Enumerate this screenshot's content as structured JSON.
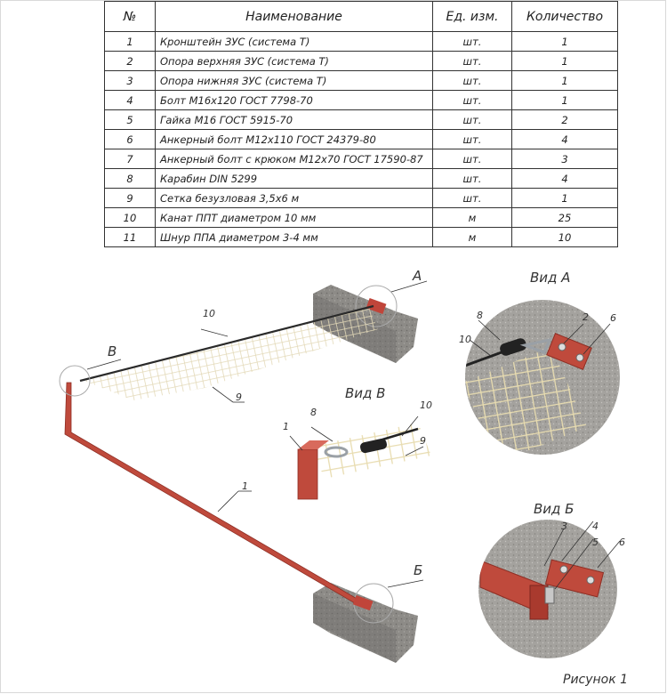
{
  "table": {
    "headers": {
      "no": "№",
      "name": "Наименование",
      "unit": "Ед. изм.",
      "qty": "Количество"
    },
    "rows": [
      {
        "no": "1",
        "name": "Кронштейн ЗУС (система Т)",
        "unit": "шт.",
        "qty": "1"
      },
      {
        "no": "2",
        "name": "Опора верхняя ЗУС (система Т)",
        "unit": "шт.",
        "qty": "1"
      },
      {
        "no": "3",
        "name": "Опора нижняя ЗУС (система Т)",
        "unit": "шт.",
        "qty": "1"
      },
      {
        "no": "4",
        "name": "Болт М16х120 ГОСТ 7798-70",
        "unit": "шт.",
        "qty": "1"
      },
      {
        "no": "5",
        "name": "Гайка М16 ГОСТ 5915-70",
        "unit": "шт.",
        "qty": "2"
      },
      {
        "no": "6",
        "name": "Анкерный болт М12х110 ГОСТ 24379-80",
        "unit": "шт.",
        "qty": "4"
      },
      {
        "no": "7",
        "name": "Анкерный болт с крюком М12х70 ГОСТ 17590-87",
        "unit": "шт.",
        "qty": "3"
      },
      {
        "no": "8",
        "name": "Карабин DIN 5299",
        "unit": "шт.",
        "qty": "4"
      },
      {
        "no": "9",
        "name": "Сетка безузловая 3,5х6 м",
        "unit": "шт.",
        "qty": "1"
      },
      {
        "no": "10",
        "name": "Канат ППТ диаметром 10 мм",
        "unit": "м",
        "qty": "25"
      },
      {
        "no": "11",
        "name": "Шнур ППА диаметром 3-4 мм",
        "unit": "м",
        "qty": "10"
      }
    ]
  },
  "figure": {
    "view_labels": {
      "a": "А",
      "b_latin": "В",
      "b_cyr": "Б"
    },
    "view_titles": {
      "view_a": "Вид А",
      "view_v": "Вид В",
      "view_b": "Вид Б"
    },
    "callouts": {
      "n1": "1",
      "n2": "2",
      "n3": "3",
      "n4": "4",
      "n5": "5",
      "n6": "6",
      "n8": "8",
      "n9": "9",
      "n10": "10"
    },
    "caption": "Рисунок 1"
  }
}
